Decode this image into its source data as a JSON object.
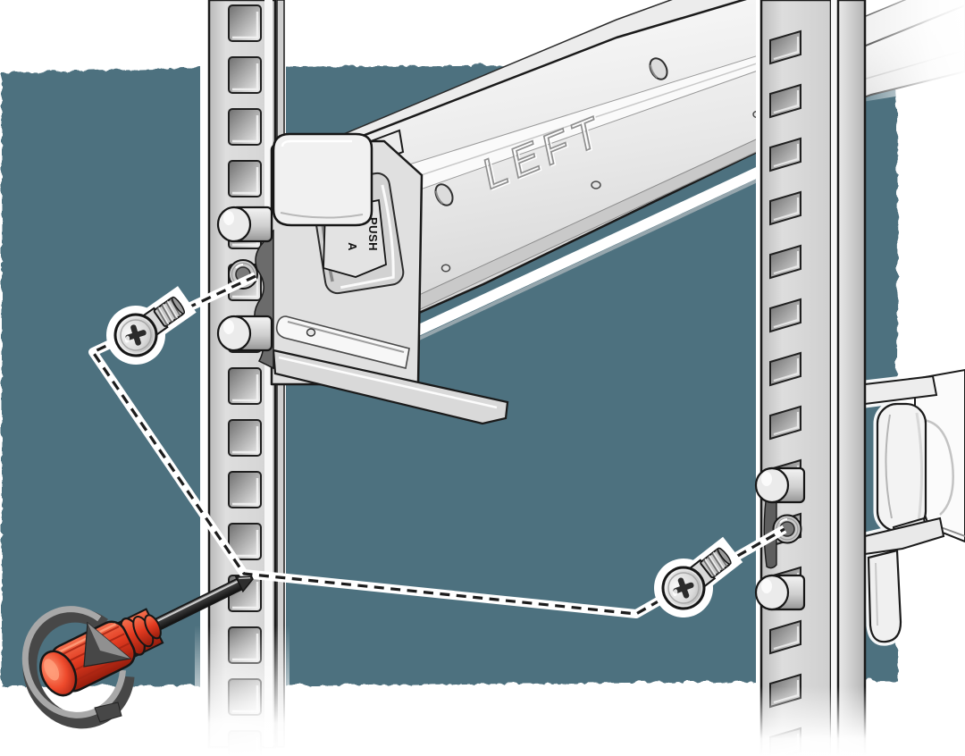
{
  "illustration": {
    "rail_label": "LEFT",
    "bracket_tab": {
      "line1": "PUSH",
      "line2": "A"
    }
  },
  "colors": {
    "backdrop": "#4e717f",
    "outline": "#1a1a1a",
    "metal-light": "#f0f0f0",
    "metal": "#d7d7d7",
    "metal-dark": "#bcbcbc",
    "hole": "#8f8f8f",
    "handle-red": "#e8402c",
    "handle-red-dark": "#a02210",
    "handle-red-light": "#ff8f68",
    "arrow-dark": "#474747",
    "arrow-light": "#a8a8a8",
    "dash": "#1c1c1c",
    "engraving": "#8f8f8f"
  }
}
